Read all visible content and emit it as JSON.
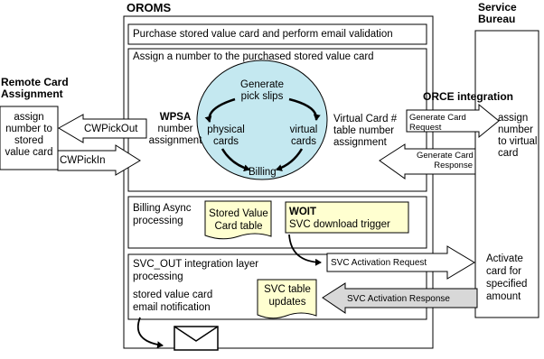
{
  "oroms": {
    "title": "OROMS",
    "purchase": "Purchase stored value card and perform email validation",
    "assign": "Assign a number to the purchased stored value card",
    "wpsa": {
      "bold": "WPSA",
      "line2": "number",
      "line3": "assignment"
    },
    "cycle": {
      "generate": [
        "Generate",
        "pick slips"
      ],
      "physical": [
        "physical",
        "cards"
      ],
      "virtual": [
        "virtual",
        "cards"
      ],
      "billing": "Billing"
    },
    "virtual_table": [
      "Virtual Card #",
      "table number",
      "assignment"
    ],
    "billing_async": [
      "Billing Async",
      "processing"
    ],
    "svc_card_table": [
      "Stored Value",
      "Card table"
    ],
    "woit": {
      "title": "WOIT",
      "line2": "SVC download trigger"
    },
    "svc_out": [
      "SVC_OUT integration layer",
      "processing"
    ],
    "email_notification": [
      "stored value card",
      "email notification"
    ],
    "svc_table_updates": [
      "SVC table",
      "updates"
    ]
  },
  "remote": {
    "title": [
      "Remote Card",
      "Assignment"
    ],
    "box": [
      "assign",
      "number to",
      "stored",
      "value card"
    ],
    "cwpickout": "CWPickOut",
    "cwpickin": "CWPickIn"
  },
  "orce": {
    "title": "ORCE integration",
    "gen_request": [
      "Generate Card",
      "Request"
    ],
    "gen_response": [
      "Generate Card",
      "Response"
    ],
    "svc_act_request": "SVC Activation Request",
    "svc_act_response": "SVC Activation Response"
  },
  "service_bureau": {
    "title": [
      "Service",
      "Bureau"
    ],
    "assign": [
      "assign",
      "number",
      "to virtual",
      "card"
    ],
    "activate": [
      "Activate",
      "card for",
      "specified",
      "amount"
    ]
  },
  "colors": {
    "circle": "#c4e8f0",
    "note": "#ffffd0",
    "woit": "#ffffd0",
    "response_arrow": "#d8d8d8"
  }
}
